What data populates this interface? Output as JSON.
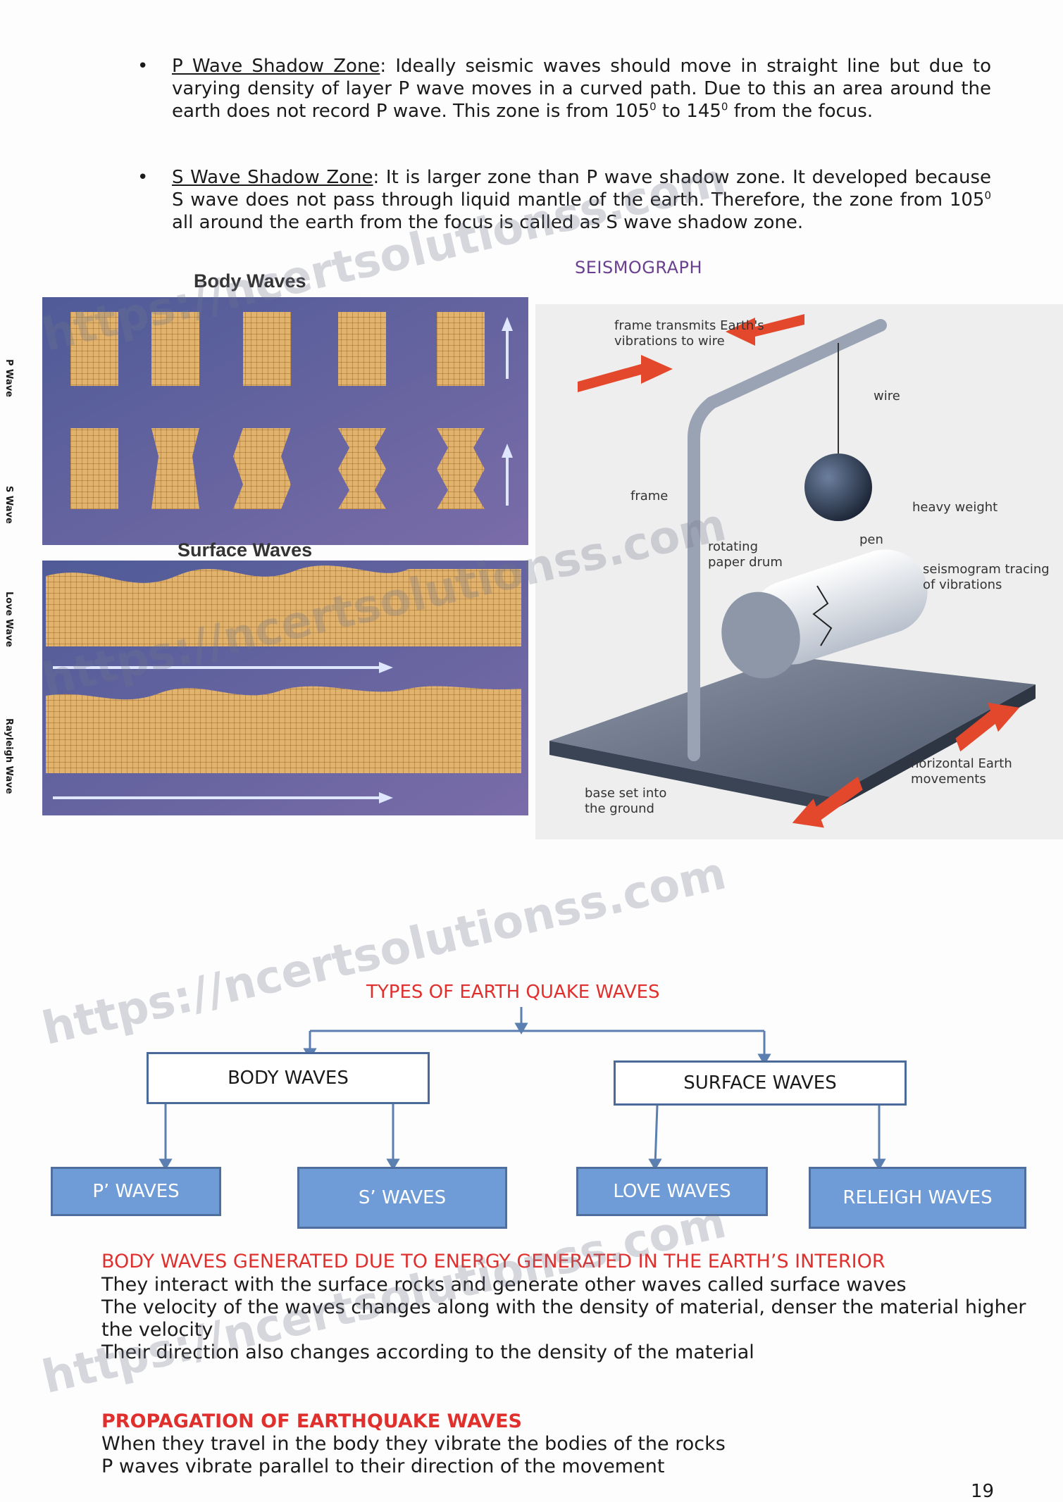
{
  "bullets": [
    {
      "term": "P Wave Shadow Zone",
      "text_before_sup1": ": Ideally seismic waves should move in straight line but due to varying density of layer P wave moves in a curved path. Due to this an area around the earth does not record P wave. This zone is from 105",
      "sup1": "0",
      "text_mid": " to 145",
      "sup2": "0",
      "text_after": " from the focus."
    },
    {
      "term": "S Wave Shadow Zone",
      "text_before_sup1": ": It is larger zone than P wave shadow zone. It developed because S wave does not pass through liquid mantle of the earth. Therefore, the zone from 105",
      "sup1": "0",
      "text_after": " all around the earth from the focus is called as S wave shadow zone."
    }
  ],
  "figures": {
    "seismograph_caption": "SEISMOGRAPH",
    "body_waves_title": "Body Waves",
    "surface_waves_title": "Surface Waves",
    "side_labels": [
      "P Wave",
      "S Wave",
      "Love Wave",
      "Rayleigh Wave"
    ],
    "seismograph_labels": {
      "frame_transmits": "frame transmits Earth's vibrations to wire",
      "wire": "wire",
      "frame": "frame",
      "heavy_weight": "heavy weight",
      "pen": "pen",
      "rotating_drum": "rotating paper drum",
      "seismogram": "seismogram tracing of vibrations",
      "horizontal": "horizontal Earth movements",
      "base": "base set into the ground"
    }
  },
  "flowchart": {
    "title": "TYPES OF EARTH QUAKE WAVES",
    "body": "BODY WAVES",
    "surface": "SURFACE WAVES",
    "p": "P’ WAVES",
    "s": "S’ WAVES",
    "love": "LOVE WAVES",
    "releigh": "RELEIGH WAVES"
  },
  "section1": {
    "heading": "BODY WAVES GENERATED DUE TO ENERGY GENERATED IN THE EARTH’S INTERIOR",
    "line1": "They interact with the surface rocks and generate other waves called surface waves",
    "line2": "The velocity of the waves changes along with the density of material, denser the material  higher",
    "line3": "the velocity",
    "line4": "Their direction also changes  according to the density of the material"
  },
  "section2": {
    "heading": "PROPAGATION OF EARTHQUAKE WAVES",
    "line1": "When they travel  in the body they vibrate the bodies of the rocks",
    "line2": "P waves vibrate parallel to their direction of the movement"
  },
  "page_number": "19",
  "watermark": "https://ncertsolutionss.com",
  "colors": {
    "red": "#e0302e",
    "caption_purple": "#6a3f8f",
    "box_blue": "#6f9bd6",
    "box_border": "#4a6a9a",
    "panel_blue": "#5f6ca4",
    "rock_orange": "#d9a45a",
    "arrow_red": "#e4482c"
  }
}
